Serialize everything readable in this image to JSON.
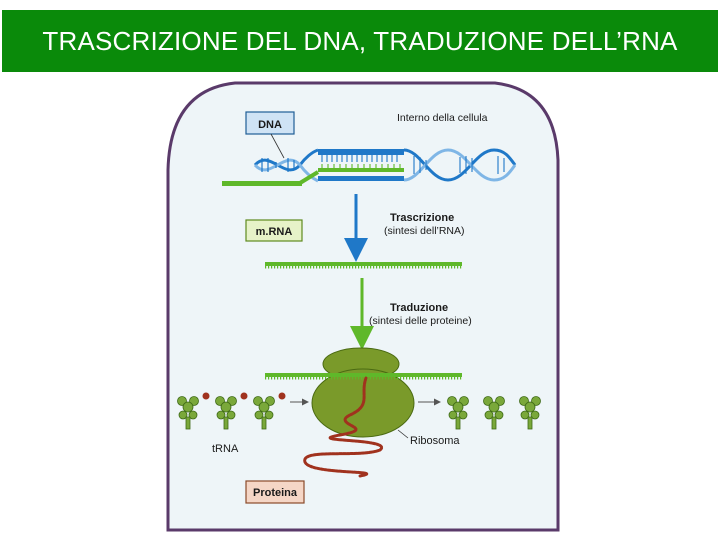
{
  "title": "TRASCRIZIONE DEL DNA, TRADUZIONE DELL’RNA",
  "labels": {
    "dna": "DNA",
    "interior": "Interno della cellula",
    "mrna": "m.RNA",
    "transcription": "Trascrizione",
    "transcription_sub": "(sintesi dell’RNA)",
    "translation": "Traduzione",
    "translation_sub": "(sintesi delle proteine)",
    "trna": "tRNA",
    "ribosome": "Ribosoma",
    "protein": "Proteina"
  },
  "colors": {
    "title_bg": "#0a8a0a",
    "cell_border": "#5a3a6a",
    "cell_fill": "#eef5f8",
    "dna_blue": "#1f78c8",
    "rna_green": "#5fb82a",
    "ribosome": "#7a9a2a",
    "protein_chain": "#a0321e"
  }
}
